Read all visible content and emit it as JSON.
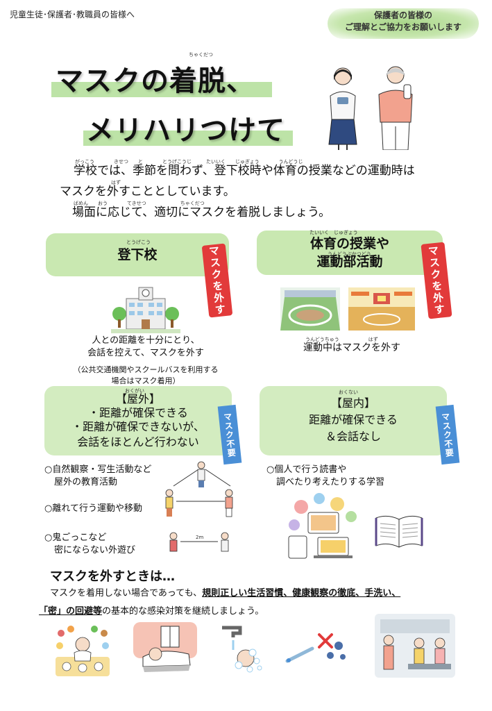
{
  "header": {
    "audience": "児童生徒･保護者･教職員の皆様へ",
    "badge_line1": "保護者の皆様の",
    "badge_line2": "ご理解とご協力をお願いします"
  },
  "title": {
    "line1": "マスクの着脱、",
    "line1_ruby": "ちゃくだつ",
    "line2": "メリハリつけて"
  },
  "intro": {
    "line1": "学校では、季節を問わず、登下校時や体育の授業などの運動時は",
    "line2": "マスクを外すこととしています。",
    "line3": "場面に応じて、適切にマスクを着脱しましょう。",
    "ruby1": "がっこう　　　　きせつ　　と　　　　とうげこうじ　　　たいいく　　じゅぎょう　　　　うんどうじ",
    "ruby2": "はず",
    "ruby3": "ばめん　　おう　　　　てきせつ　　　　　　　ちゃくだつ"
  },
  "commute": {
    "ruby": "とうげこう",
    "title": "登下校",
    "tag": "マスクを外す",
    "caption1": "人との距離を十分にとり、",
    "caption2": "会話を控えて、マスクを外す",
    "caption3": "（公共交通機関やスクールバスを利用する",
    "caption4": "場合はマスク着用）"
  },
  "pe": {
    "ruby": "たいいく　じゅぎょう",
    "title1": "体育の授業や",
    "title2": "運動部活動",
    "ruby2": "うんどうぶかつどう",
    "tag": "マスクを外す",
    "caption": "運動中はマスクを外す",
    "caption_ruby": "うんどうちゅう　　　　　　はず"
  },
  "outdoor": {
    "ruby": "おくがい",
    "title": "【屋外】",
    "line1": "・距離が確保できる",
    "line2": "・距離が確保できないが、",
    "line3": "会話をほとんど行わない",
    "tag": "マスク不要",
    "items": [
      "○自然観察・写生活動など",
      "屋外の教育活動",
      "○離れて行う運動や移動",
      "○鬼ごっこなど",
      "密にならない外遊び"
    ],
    "distance_label": "2m"
  },
  "indoor": {
    "ruby": "おくない",
    "title": "【屋内】",
    "line1": "距離が確保できる",
    "line2": "＆会話なし",
    "tag": "マスク不要",
    "items": [
      "○個人で行う読書や",
      "調べたり考えたりする学習"
    ]
  },
  "removal": {
    "heading": "マスクを外すときは…",
    "body_start": "マスクを着用しない場合であっても、",
    "body_bold1": "規則正しい生活習慣、健康観察の徹底、手洗い、",
    "body_bold2": "「密」の回避等",
    "body_end": "の基本的な感染対策を継続しましょう。"
  },
  "colors": {
    "green": "#c9e8b1",
    "red_tag": "#e23a3a",
    "blue_tag": "#4a8fd6"
  }
}
